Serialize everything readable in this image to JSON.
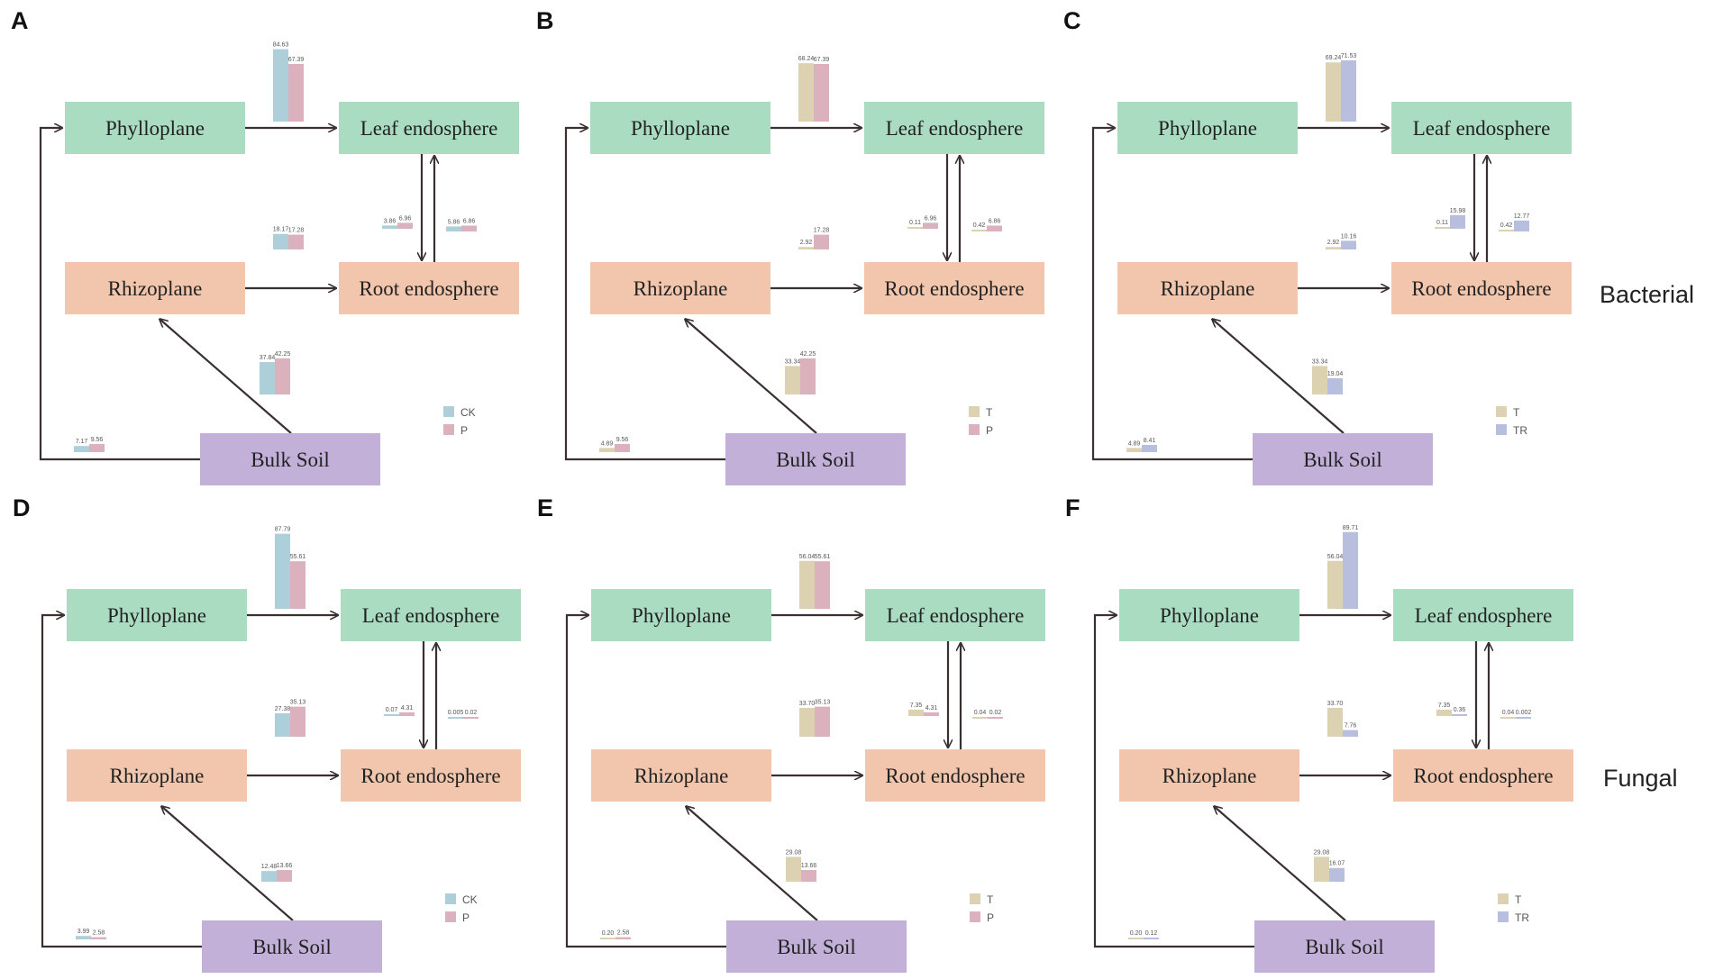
{
  "row_labels": [
    "Bacterial",
    "Fungal"
  ],
  "colors": {
    "phylloplane": "#a9dcc1",
    "leaf_endosphere": "#a9dcc1",
    "rhizoplane": "#f2c6ad",
    "root_endosphere": "#f2c6ad",
    "bulk_soil": "#c3b0d9",
    "arrow": "#3a3030",
    "series": {
      "CK": "#adcfd9",
      "P": "#dab1bd",
      "T": "#dcd2b2",
      "TR": "#b7bede"
    }
  },
  "panels": [
    {
      "letter": "A",
      "boxes": {
        "phylloplane": "Phylloplane",
        "leaf_endosphere": "Leaf endosphere",
        "rhizoplane": "Rhizoplane",
        "root_endosphere": "Root endosphere",
        "bulk_soil": "Bulk Soil"
      },
      "legend": [
        "CK",
        "P"
      ],
      "bar_groups": [
        {
          "pathway": "phylloplane-leaf",
          "values": [
            "84.63",
            "67.39"
          ],
          "heights": [
            84.63,
            67.39
          ]
        },
        {
          "pathway": "rhizoplane-root",
          "values": [
            "18.17",
            "17.28"
          ],
          "heights": [
            18.17,
            17.28
          ]
        },
        {
          "pathway": "leaf-root",
          "values": [
            "3.86",
            "6.96"
          ],
          "heights": [
            3.86,
            6.96
          ]
        },
        {
          "pathway": "root-leaf",
          "values": [
            "5.86",
            "6.86"
          ],
          "heights": [
            5.86,
            6.86
          ]
        },
        {
          "pathway": "bulk-rhizoplane",
          "values": [
            "37.84",
            "42.25"
          ],
          "heights": [
            37.84,
            42.25
          ]
        },
        {
          "pathway": "bulk-phylloplane",
          "values": [
            "7.17",
            "9.56"
          ],
          "heights": [
            7.17,
            9.56
          ]
        }
      ]
    },
    {
      "letter": "B",
      "boxes": {
        "phylloplane": "Phylloplane",
        "leaf_endosphere": "Leaf endosphere",
        "rhizoplane": "Rhizoplane",
        "root_endosphere": "Root endosphere",
        "bulk_soil": "Bulk Soil"
      },
      "legend": [
        "T",
        "P"
      ],
      "bar_groups": [
        {
          "pathway": "phylloplane-leaf",
          "values": [
            "68.24",
            "67.39"
          ],
          "heights": [
            68.24,
            67.39
          ]
        },
        {
          "pathway": "rhizoplane-root",
          "values": [
            "2.92",
            "17.28"
          ],
          "heights": [
            2.92,
            17.28
          ]
        },
        {
          "pathway": "leaf-root",
          "values": [
            "0.11",
            "6.96"
          ],
          "heights": [
            0.11,
            6.96
          ]
        },
        {
          "pathway": "root-leaf",
          "values": [
            "0.42",
            "6.86"
          ],
          "heights": [
            0.42,
            6.86
          ]
        },
        {
          "pathway": "bulk-rhizoplane",
          "values": [
            "33.34",
            "42.25"
          ],
          "heights": [
            33.34,
            42.25
          ]
        },
        {
          "pathway": "bulk-phylloplane",
          "values": [
            "4.89",
            "9.56"
          ],
          "heights": [
            4.89,
            9.56
          ]
        }
      ]
    },
    {
      "letter": "C",
      "boxes": {
        "phylloplane": "Phylloplane",
        "leaf_endosphere": "Leaf endosphere",
        "rhizoplane": "Rhizoplane",
        "root_endosphere": "Root endosphere",
        "bulk_soil": "Bulk Soil"
      },
      "legend": [
        "T",
        "TR"
      ],
      "bar_groups": [
        {
          "pathway": "phylloplane-leaf",
          "values": [
            "69.24",
            "71.53"
          ],
          "heights": [
            69.24,
            71.53
          ]
        },
        {
          "pathway": "rhizoplane-root",
          "values": [
            "2.92",
            "10.16"
          ],
          "heights": [
            2.92,
            10.16
          ]
        },
        {
          "pathway": "leaf-root",
          "values": [
            "0.11",
            "15.98"
          ],
          "heights": [
            0.11,
            15.98
          ]
        },
        {
          "pathway": "root-leaf",
          "values": [
            "0.42",
            "12.77"
          ],
          "heights": [
            0.42,
            12.77
          ]
        },
        {
          "pathway": "bulk-rhizoplane",
          "values": [
            "33.34",
            "19.04"
          ],
          "heights": [
            33.34,
            19.04
          ]
        },
        {
          "pathway": "bulk-phylloplane",
          "values": [
            "4.89",
            "8.41"
          ],
          "heights": [
            4.89,
            8.41
          ]
        }
      ]
    },
    {
      "letter": "D",
      "boxes": {
        "phylloplane": "Phylloplane",
        "leaf_endosphere": "Leaf endosphere",
        "rhizoplane": "Rhizoplane",
        "root_endosphere": "Root endosphere",
        "bulk_soil": "Bulk Soil"
      },
      "legend": [
        "CK",
        "P"
      ],
      "bar_groups": [
        {
          "pathway": "phylloplane-leaf",
          "values": [
            "87.79",
            "55.61"
          ],
          "heights": [
            87.79,
            55.61
          ]
        },
        {
          "pathway": "rhizoplane-root",
          "values": [
            "27.38",
            "35.13"
          ],
          "heights": [
            27.38,
            35.13
          ]
        },
        {
          "pathway": "leaf-root",
          "values": [
            "0.07",
            "4.31"
          ],
          "heights": [
            0.07,
            4.31
          ]
        },
        {
          "pathway": "root-leaf",
          "values": [
            "0.005",
            "0.02"
          ],
          "heights": [
            0.005,
            0.02
          ]
        },
        {
          "pathway": "bulk-rhizoplane",
          "values": [
            "12.48",
            "13.66"
          ],
          "heights": [
            12.48,
            13.66
          ]
        },
        {
          "pathway": "bulk-phylloplane",
          "values": [
            "3.99",
            "2.58"
          ],
          "heights": [
            3.99,
            2.58
          ]
        }
      ]
    },
    {
      "letter": "E",
      "boxes": {
        "phylloplane": "Phylloplane",
        "leaf_endosphere": "Leaf endosphere",
        "rhizoplane": "Rhizoplane",
        "root_endosphere": "Root endosphere",
        "bulk_soil": "Bulk Soil"
      },
      "legend": [
        "T",
        "P"
      ],
      "bar_groups": [
        {
          "pathway": "phylloplane-leaf",
          "values": [
            "56.04",
            "55.61"
          ],
          "heights": [
            56.04,
            55.61
          ]
        },
        {
          "pathway": "rhizoplane-root",
          "values": [
            "33.70",
            "35.13"
          ],
          "heights": [
            33.7,
            35.13
          ]
        },
        {
          "pathway": "leaf-root",
          "values": [
            "7.35",
            "4.31"
          ],
          "heights": [
            7.35,
            4.31
          ]
        },
        {
          "pathway": "root-leaf",
          "values": [
            "0.04",
            "0.02"
          ],
          "heights": [
            0.04,
            0.02
          ]
        },
        {
          "pathway": "bulk-rhizoplane",
          "values": [
            "29.08",
            "13.66"
          ],
          "heights": [
            29.08,
            13.66
          ]
        },
        {
          "pathway": "bulk-phylloplane",
          "values": [
            "0.20",
            "2.58"
          ],
          "heights": [
            0.2,
            2.58
          ]
        }
      ]
    },
    {
      "letter": "F",
      "boxes": {
        "phylloplane": "Phylloplane",
        "leaf_endosphere": "Leaf endosphere",
        "rhizoplane": "Rhizoplane",
        "root_endosphere": "Root endosphere",
        "bulk_soil": "Bulk Soil"
      },
      "legend": [
        "T",
        "TR"
      ],
      "bar_groups": [
        {
          "pathway": "phylloplane-leaf",
          "values": [
            "56.04",
            "89.71"
          ],
          "heights": [
            56.04,
            89.71
          ]
        },
        {
          "pathway": "rhizoplane-root",
          "values": [
            "33.70",
            "7.76"
          ],
          "heights": [
            33.7,
            7.76
          ]
        },
        {
          "pathway": "leaf-root",
          "values": [
            "7.35",
            "0.36"
          ],
          "heights": [
            7.35,
            0.36
          ]
        },
        {
          "pathway": "root-leaf",
          "values": [
            "0.04",
            "0.002"
          ],
          "heights": [
            0.04,
            0.002
          ]
        },
        {
          "pathway": "bulk-rhizoplane",
          "values": [
            "29.08",
            "16.07"
          ],
          "heights": [
            29.08,
            16.07
          ]
        },
        {
          "pathway": "bulk-phylloplane",
          "values": [
            "0.20",
            "0.12"
          ],
          "heights": [
            0.2,
            0.12
          ]
        }
      ]
    }
  ]
}
